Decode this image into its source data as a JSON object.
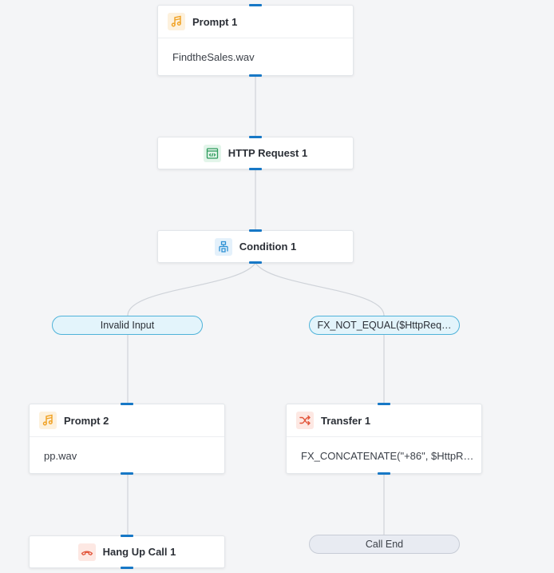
{
  "nodes": {
    "prompt1": {
      "title": "Prompt 1",
      "body": "FindtheSales.wav",
      "icon": "music-note-icon"
    },
    "http1": {
      "title": "HTTP Request 1",
      "icon": "code-window-icon"
    },
    "condition1": {
      "title": "Condition 1",
      "icon": "flowchart-icon"
    },
    "prompt2": {
      "title": "Prompt 2",
      "body": "pp.wav",
      "icon": "music-note-icon"
    },
    "transfer1": {
      "title": "Transfer 1",
      "body": "FX_CONCATENATE(\"+86\", $HttpR…",
      "icon": "shuffle-icon"
    },
    "hangup1": {
      "title": "Hang Up Call 1",
      "icon": "phone-hangup-icon"
    }
  },
  "branches": {
    "invalid": "Invalid Input",
    "not_equal": "FX_NOT_EQUAL($HttpReq…",
    "call_end": "Call End"
  },
  "colors": {
    "canvas": "#f4f5f7",
    "port": "#1778c6",
    "wire": "#cfd3d9",
    "branch_border": "#4fb3d9",
    "branch_fill": "#e3f4fb",
    "prompt_icon": "#f0a020",
    "http_icon": "#2e9b5e",
    "condition_icon": "#2a8fd4",
    "transfer_icon": "#e2553a"
  }
}
